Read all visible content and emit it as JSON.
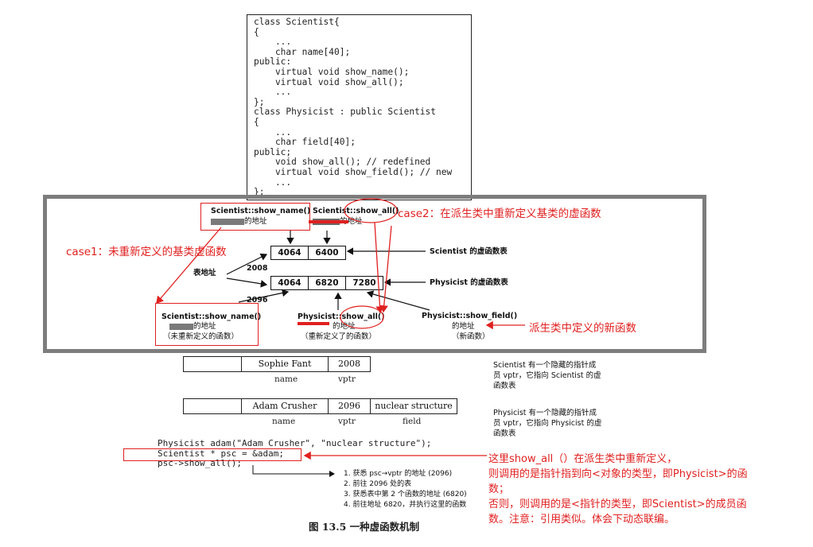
{
  "code": {
    "lines": [
      "class Scientist{",
      "{",
      "    ...",
      "    char name[40];",
      "public:",
      "    virtual void show_name();",
      "    virtual void show_all();",
      "    ...",
      "};",
      "class Physicist : public Scientist",
      "{",
      "    ...",
      "    char field[40];",
      "public;",
      "    void show_all(); // redefined",
      "    virtual void show_field(); // new",
      "    ...",
      "};"
    ]
  },
  "vtable": {
    "scientist_show_name_top": "Scientist::show_name()",
    "addr_suffix": "的地址",
    "scientist_show_all_top": "Scientist::show_all()",
    "case2": "case2：在派生类中重新定义基类的虚函数",
    "case1": "case1：未重新定义的基类虚函数",
    "sci_table": [
      "4064",
      "6400"
    ],
    "sci_table_label": "Scientist 的虚函数表",
    "addr_2008": "2008",
    "table_addr": "表地址",
    "phy_table": [
      "4064",
      "6820",
      "7280"
    ],
    "phy_table_label": "Physicist 的虚函数表",
    "addr_2096": "2096",
    "scientist_show_name_bottom": "Scientist::show_name()",
    "not_redefined": "（未重新定义的函数）",
    "physicist_show_all": "Physicist::show_all()",
    "redefined": "（重新定义了的函数）",
    "physicist_show_field": "Physicist::show_field()",
    "new_func": "（新函数）",
    "new_func_note": "派生类中定义的新函数"
  },
  "objects": {
    "sophie": {
      "name": "Sophie Fant",
      "vptr": "2008"
    },
    "adam": {
      "name": "Adam Crusher",
      "vptr": "2096",
      "field": "nuclear structure"
    },
    "col_name": "name",
    "col_vptr": "vptr",
    "col_field": "field",
    "sophie_note": [
      "Scientist 有一个隐藏的指针成",
      "员 vptr，它指向 Scientist 的虚",
      "函数表"
    ],
    "adam_note": [
      "Physicist 有一个隐藏的指针成",
      "员 vptr，它指向 Physicist 的虚",
      "函数表"
    ]
  },
  "bottom_code": [
    "Physicist adam(\"Adam Crusher\", \"nuclear structure\");",
    "Scientist * psc = &adam;",
    "psc->show_all();"
  ],
  "steps": [
    "1. 获悉 psc→vptr 的地址 (2096)",
    "2. 前往 2096 处的表",
    "3. 获悉表中第 2 个函数的地址 (6820)",
    "4. 前往地址 6820，并执行这里的函数"
  ],
  "caption": "图 13.5   一种虚函数机制",
  "explanation": [
    "这里show_all（）在派生类中重新定义，",
    "则调用的是指针指到向<对象的类型，即Physicist>的函",
    "数；",
    "否则，则调用的是<指针的类型，即Scientist>的成员函",
    "数。注意：引用类似。体会下动态联编。"
  ],
  "colors": {
    "annotation_red": "#e02020",
    "frame_grey": "#7d7d7d"
  }
}
